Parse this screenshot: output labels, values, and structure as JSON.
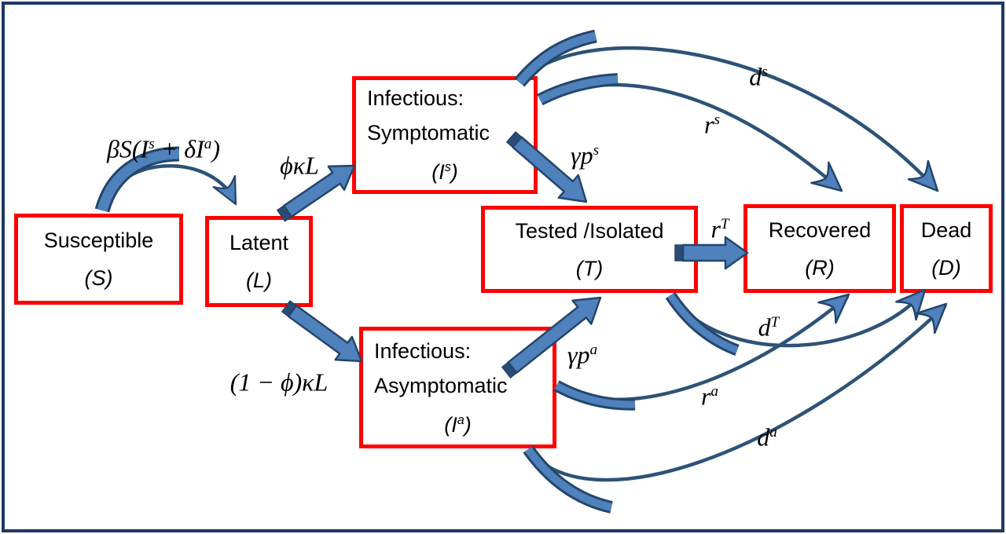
{
  "palette": {
    "frame_border": "#1f3864",
    "box_border": "#ff0000",
    "arrow_fill": "#4f81bd",
    "arrow_edge": "#24466b",
    "arrow_fold": "#2c4b74",
    "curve_line": "#2e5277",
    "text": "#000000",
    "background": "#ffffff"
  },
  "boxes": {
    "susceptible": {
      "line1": "Susceptible",
      "open": "(",
      "base": "S",
      "close": ")"
    },
    "latent": {
      "line1": "Latent",
      "open": "(",
      "base": "L",
      "close": ")"
    },
    "inf_symp": {
      "line1": "Infectious:",
      "line2": "Symptomatic",
      "open": "(",
      "base": "I",
      "sup": "s",
      "close": ")"
    },
    "inf_asymp": {
      "line1": "Infectious:",
      "line2": "Asymptomatic",
      "open": "(",
      "base": "I",
      "sup": "a",
      "close": ")"
    },
    "tested": {
      "line1": "Tested /Isolated",
      "open": "(",
      "base": "T",
      "close": ")"
    },
    "recovered": {
      "line1": "Recovered",
      "open": "(",
      "base": "R",
      "close": ")"
    },
    "dead": {
      "line1": "Dead",
      "open": "(",
      "base": "D",
      "close": ")"
    }
  },
  "labels": {
    "beta": {
      "p1": "βS(I",
      "s1": "s",
      "p2": " + δI",
      "s2": "a",
      "p3": ")"
    },
    "phi": {
      "p1": "ϕκL"
    },
    "one_minus_phi": {
      "p1": "(1 − ϕ)κL"
    },
    "gamma_ps": {
      "p1": "γp",
      "s1": "s"
    },
    "gamma_pa": {
      "p1": "γp",
      "s1": "a"
    },
    "r_T": {
      "p1": "r",
      "s1": "T"
    },
    "r_s": {
      "p1": "r",
      "s1": "s"
    },
    "d_s": {
      "p1": "d",
      "s1": "s"
    },
    "d_T": {
      "p1": "d",
      "s1": "T"
    },
    "r_a": {
      "p1": "r",
      "s1": "a"
    },
    "d_a": {
      "p1": "d",
      "s1": "a"
    }
  }
}
